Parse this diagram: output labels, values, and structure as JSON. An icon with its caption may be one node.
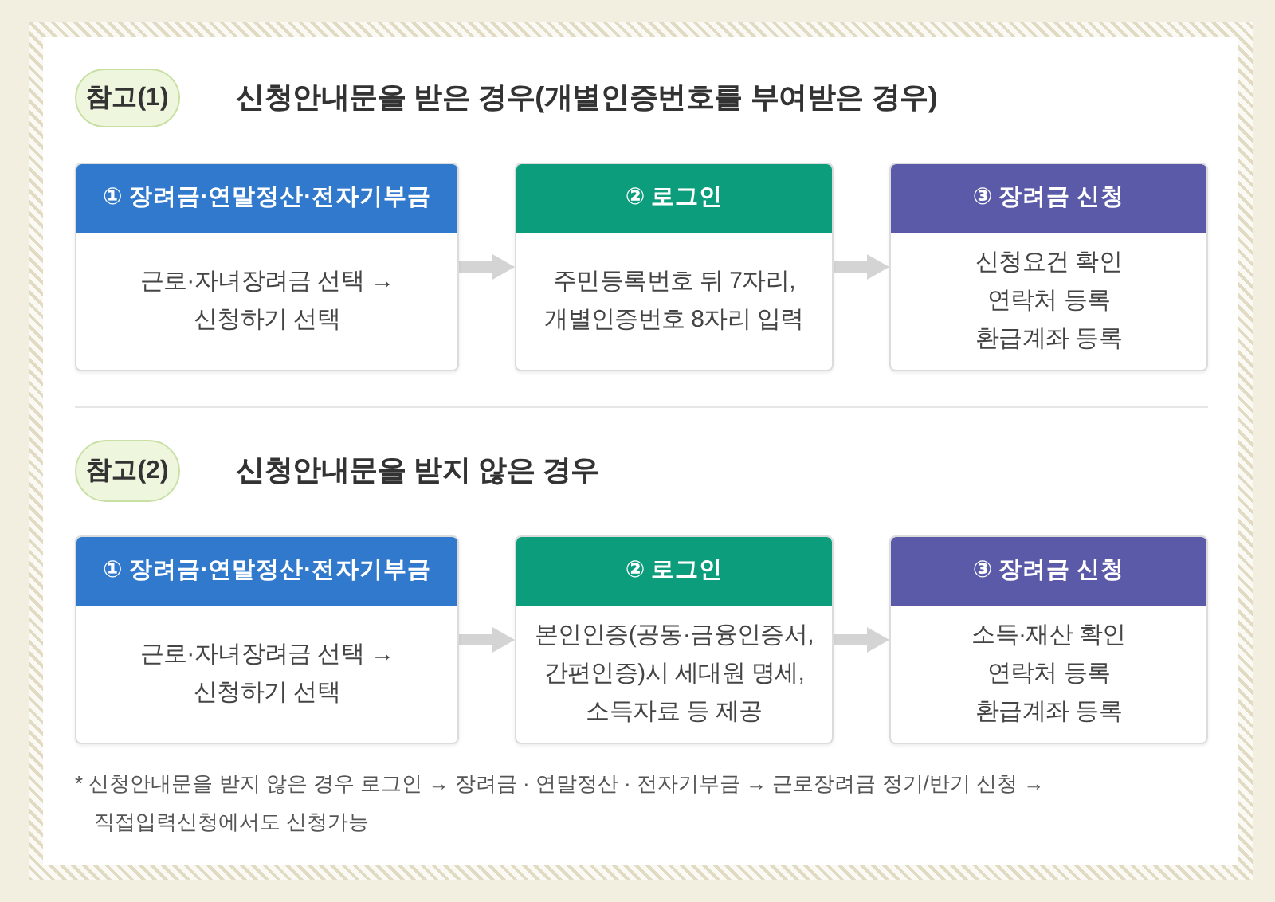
{
  "diagram": {
    "nodes": [
      {
        "text": [
          "참고(1)"
        ],
        "beside": [
          "신청안내문을 받은 경우(개별인증번호를 부여받은 경우)"
        ]
      },
      {
        "text": [
          "① 장려금·연말정산·전자기부금",
          "근로·자녀장려금 선택 → 신청하기 선택"
        ]
      },
      {
        "text": [
          "② 로그인",
          "주민등록번호 뒤 7자리, 개별인증번호 8자리 입력"
        ]
      },
      {
        "text": [
          "③ 장려금 신청",
          "신청요건 확인 연락처 등록 환급계좌 등록"
        ]
      },
      {
        "text": [
          "참고(2)"
        ],
        "beside": [
          "신청안내문을 받지 않은 경우"
        ]
      },
      {
        "text": [
          "① 장려금·연말정산·전자기부금",
          "근로·자녀장려금 선택 → 신청하기 선택"
        ]
      },
      {
        "text": [
          "② 로그인",
          "본인인증(공동·금융인증서, 간편인증)시 세대원 명세, 소득자료 등 제공"
        ]
      },
      {
        "text": [
          "③ 장려금 신청",
          "소득·재산 확인 연락처 등록 환급계좌 등록"
        ]
      }
    ],
    "edges": [
      {
        "from": 1,
        "to": 2,
        "arrow": "to"
      },
      {
        "from": 2,
        "to": 3,
        "arrow": "to"
      },
      {
        "from": 5,
        "to": 6,
        "arrow": "to"
      },
      {
        "from": 6,
        "to": 7,
        "arrow": "to"
      }
    ],
    "labels": [
      "* 신청안내문을 받지 않은 경우 로그인 → 장려금 · 연말정산 · 전자기부금 → 근로장려금 정기/반기 신청 → 직접입력신청에서도 신청가능"
    ]
  }
}
